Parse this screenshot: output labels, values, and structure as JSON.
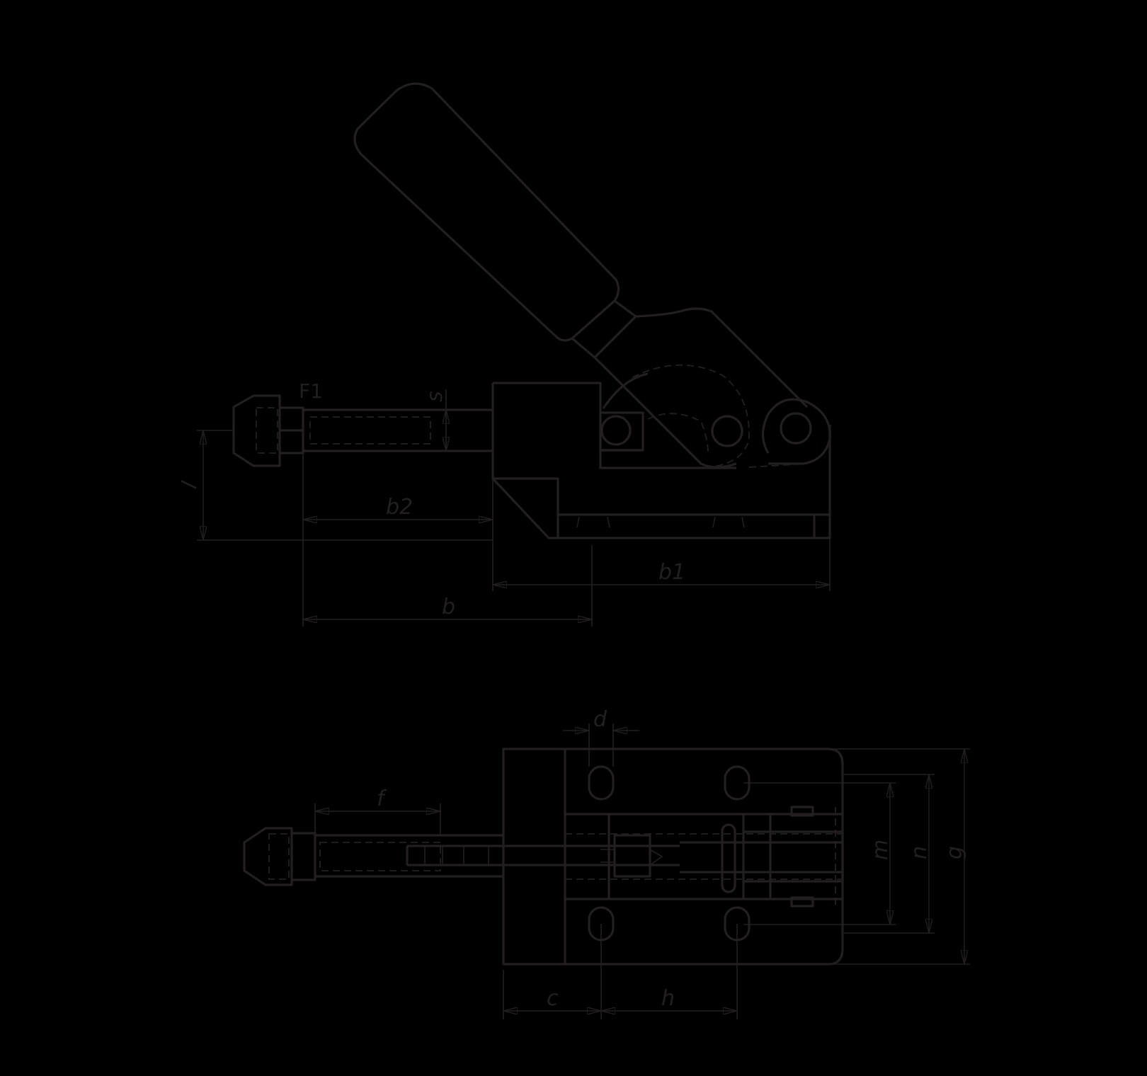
{
  "drawing": {
    "subject": "Horizontal push-pull toggle clamp",
    "background_color": "#000000",
    "line_color": "#231f20",
    "views": [
      {
        "name": "side-view",
        "labels": {
          "force": "F1",
          "stroke": "s",
          "height": "l",
          "length_b2": "b2",
          "length_b1": "b1",
          "length_b": "b"
        }
      },
      {
        "name": "top-view",
        "labels": {
          "hole_diameter": "d",
          "spindle_length": "f",
          "hole_spacing_m": "m",
          "width_n": "n",
          "width_g": "g",
          "offset_c": "c",
          "hole_spacing_h": "h"
        }
      }
    ]
  },
  "side": {
    "F1": "F1",
    "s": "s",
    "l": "l",
    "b2": "b2",
    "b1": "b1",
    "b": "b"
  },
  "top": {
    "d": "d",
    "f": "f",
    "m": "m",
    "n": "n",
    "g": "g",
    "c": "c",
    "h": "h"
  }
}
